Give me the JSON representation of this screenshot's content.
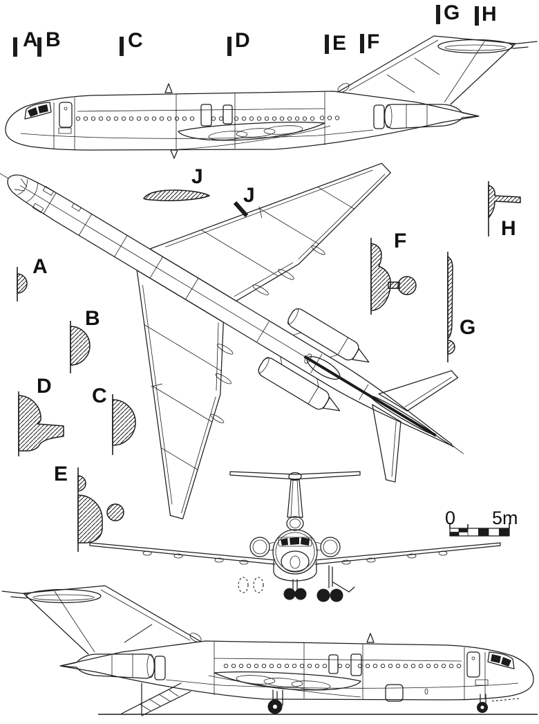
{
  "palette": {
    "paper": "#ffffff",
    "ink": "#1b1b1b"
  },
  "station_markers": [
    {
      "label": "A"
    },
    {
      "label": "B"
    },
    {
      "label": "C"
    },
    {
      "label": "D"
    },
    {
      "label": "E"
    },
    {
      "label": "F"
    },
    {
      "label": "G"
    },
    {
      "label": "H"
    }
  ],
  "cross_sections": [
    {
      "label": "A"
    },
    {
      "label": "B"
    },
    {
      "label": "C"
    },
    {
      "label": "D"
    },
    {
      "label": "E"
    },
    {
      "label": "F"
    },
    {
      "label": "G"
    },
    {
      "label": "H"
    }
  ],
  "airfoil_section": {
    "label": "J"
  },
  "wing_station_mark": {
    "label": "J"
  },
  "scale_bar": {
    "start": "0",
    "end": "5m"
  }
}
